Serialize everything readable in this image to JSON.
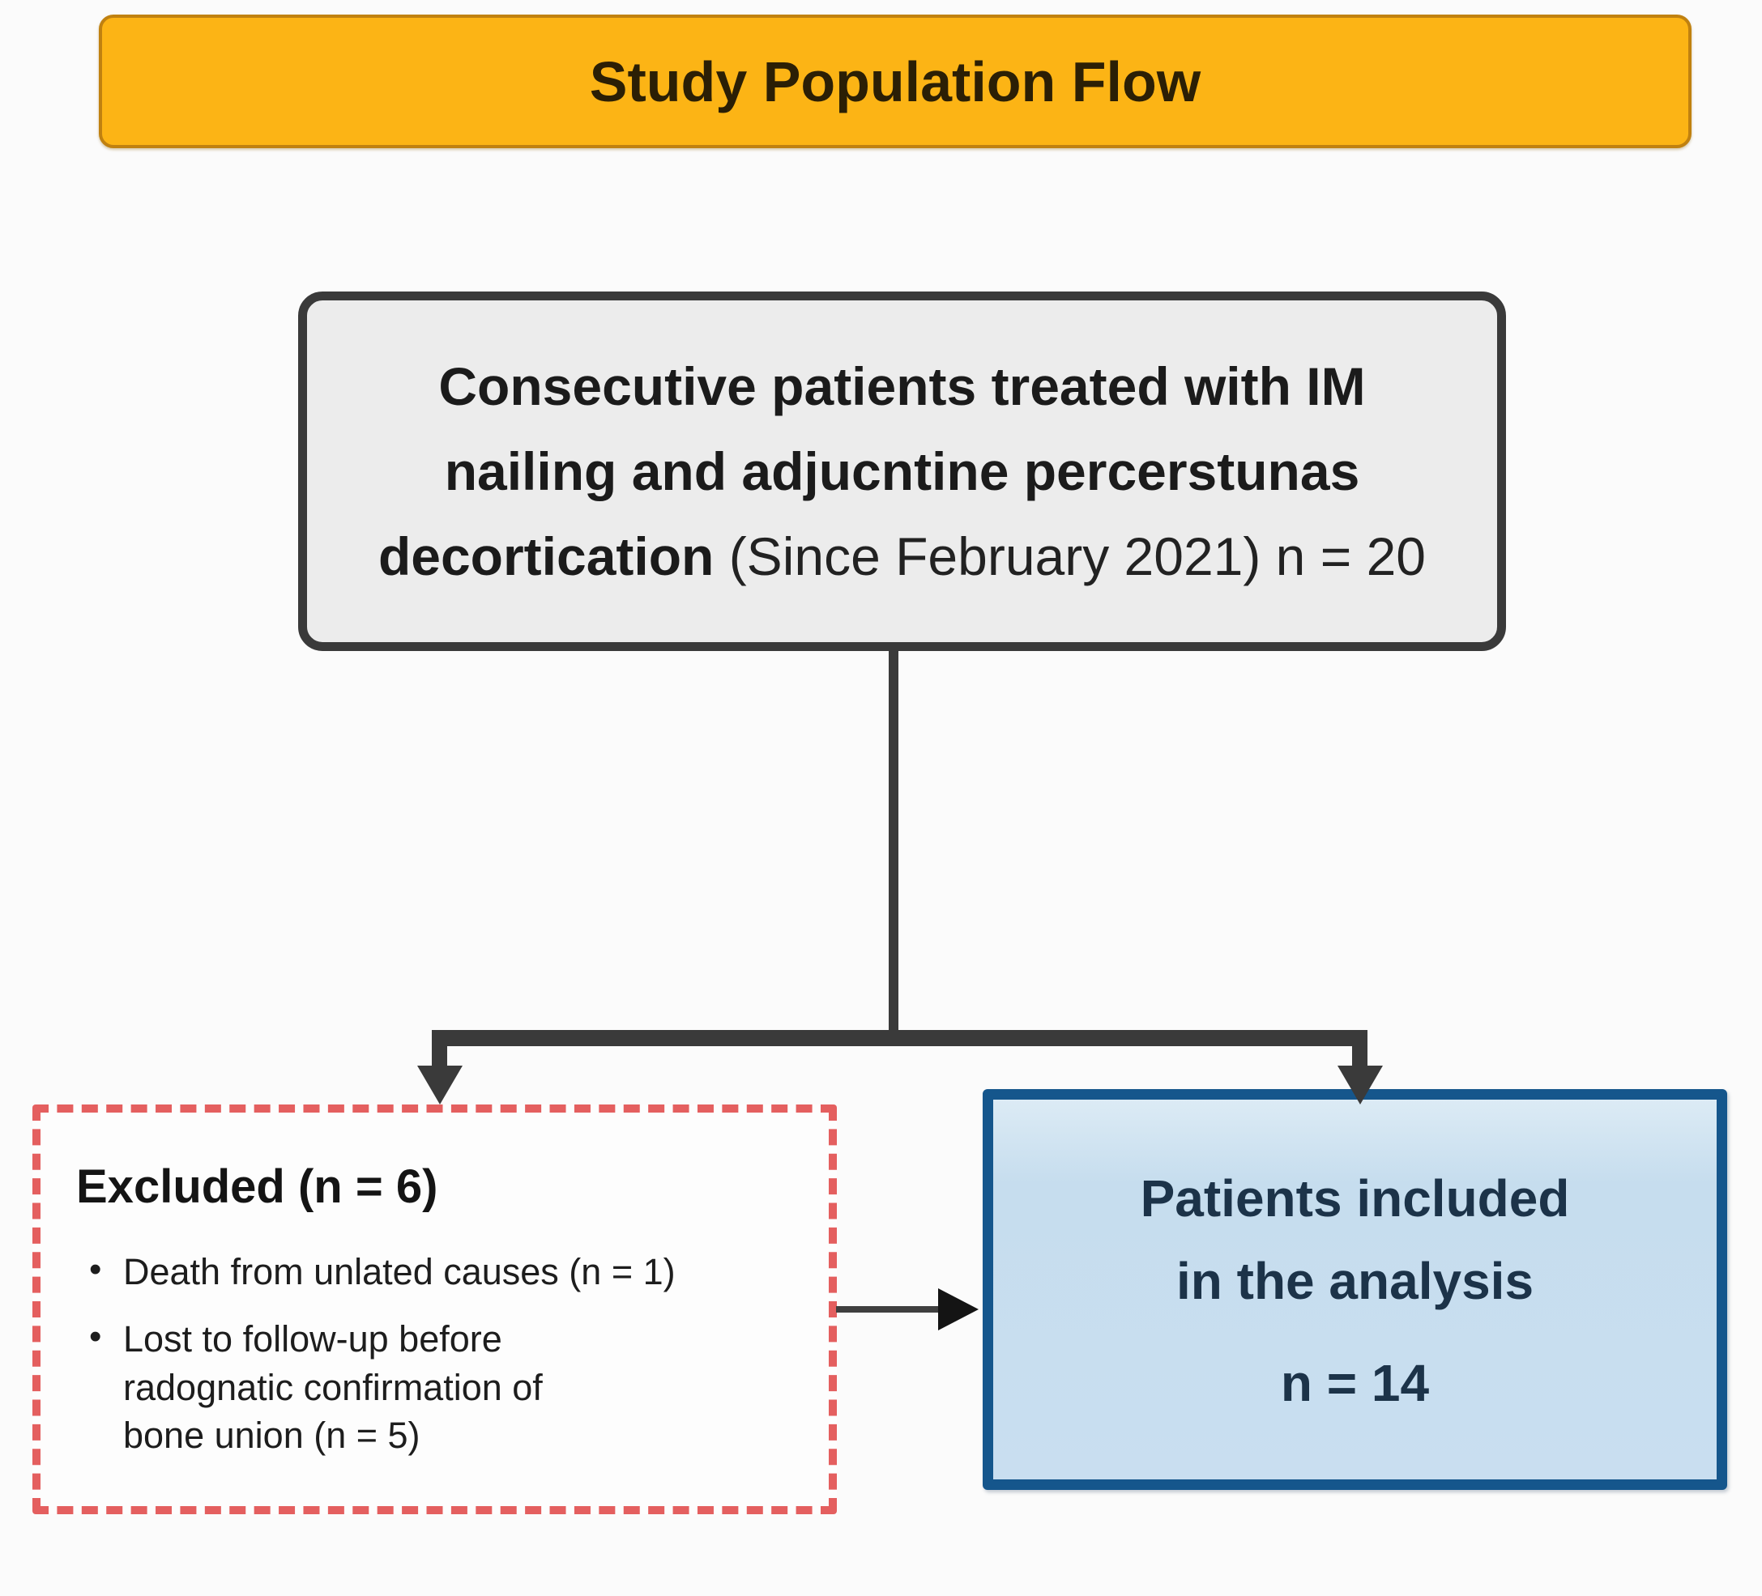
{
  "title_banner": {
    "text": "Study Population Flow"
  },
  "top_box": {
    "line1": "Consecutive patients treated with IM",
    "line2": "nailing and adjucntine percerstunas",
    "line3_bold": "decortication",
    "line3_regular": " (Since February 2021) n = 20"
  },
  "excluded_box": {
    "heading": "Excluded (n = 6)",
    "bullets": [
      "Death from unlated causes (n = 1)",
      "Lost to follow-up before\nradognatic confirmation of\nbone union (n = 5)"
    ]
  },
  "included_box": {
    "line1": "Patients included",
    "line2": "in the analysis",
    "count": "n = 14"
  },
  "colors": {
    "banner_fill": "#fcb415",
    "banner_border": "#c08110",
    "top_box_fill": "#ececec",
    "top_box_border": "#3a3a3a",
    "connector": "#3a3a3a",
    "excluded_dash": "#e45f5f",
    "included_border": "#15568c",
    "included_fill": "#c9def0",
    "included_text": "#1c3349"
  }
}
